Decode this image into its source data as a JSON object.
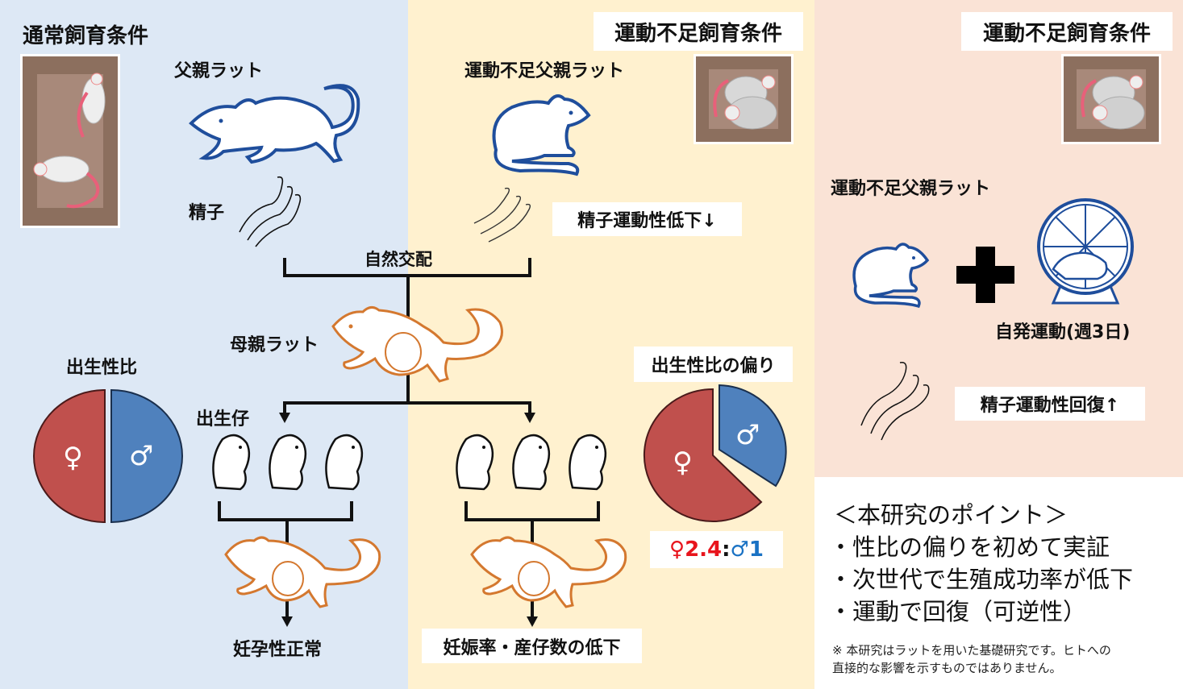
{
  "panels": {
    "normal": {
      "title": "通常飼育条件",
      "father_label": "父親ラット",
      "sperm_label": "精子",
      "mating_label": "自然交配",
      "mother_label": "母親ラット",
      "offspring_label": "出生仔",
      "sex_ratio_title": "出生性比",
      "outcome": "妊孕性正常",
      "bg_color": "#dde8f5"
    },
    "sedentary": {
      "title": "運動不足飼育条件",
      "father_label": "運動不足父親ラット",
      "sperm_effect": "精子運動性低下↓",
      "sex_ratio_title": "出生性比の偏り",
      "ratio": {
        "female_symbol": "♀",
        "female_value": "2.4",
        "separator": ":",
        "male_symbol": "♂",
        "male_value": "1"
      },
      "outcome": "妊娠率・産仔数の低下",
      "bg_color": "#fff1cf"
    },
    "exercise": {
      "title": "運動不足飼育条件",
      "father_label": "運動不足父親ラット",
      "plus_symbol": "+",
      "exercise_label": "自発運動(週3日)",
      "sperm_effect": "精子運動性回復↑",
      "bg_color": "#fae3d6"
    }
  },
  "chart_data": [
    {
      "type": "pie",
      "title": "出生性比",
      "categories": [
        "♀",
        "♂"
      ],
      "values": [
        50,
        50
      ],
      "colors": [
        "#c0504d",
        "#4f81bd"
      ]
    },
    {
      "type": "pie",
      "title": "出生性比の偏り",
      "categories": [
        "♀",
        "♂"
      ],
      "values": [
        70.6,
        29.4
      ],
      "ratio_label": "♀2.4:♂1",
      "colors": [
        "#c0504d",
        "#4f81bd"
      ]
    }
  ],
  "points": {
    "title": "＜本研究のポイント＞",
    "items": [
      "・性比の偏りを初めて実証",
      "・次世代で生殖成功率が低下",
      "・運動で回復（可逆性）"
    ],
    "note_lines": [
      "※ 本研究はラットを用いた基礎研究です。ヒトへの",
      "直接的な影響を示すものではありません。"
    ]
  },
  "colors": {
    "female": "#c0504d",
    "male": "#4f81bd",
    "female_text": "#e8141c",
    "male_text": "#1a72c4",
    "rat_outline_blue": "#1f4e9c",
    "rat_outline_orange": "#d4782f"
  }
}
